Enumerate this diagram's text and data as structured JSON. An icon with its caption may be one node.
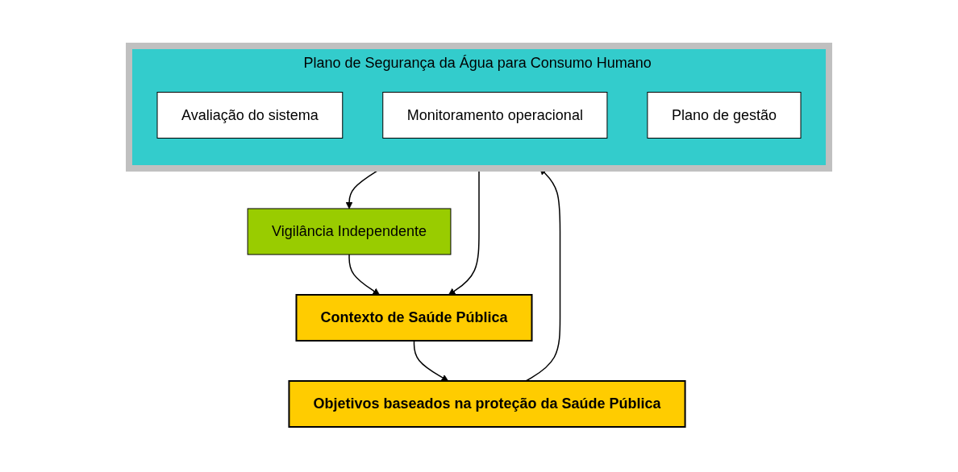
{
  "diagram": {
    "nodes": [
      {
        "text": [
          "Objetivos baseados na proteção da Saúde Pública"
        ]
      },
      {
        "text": [
          "Contexto de Saúde Pública"
        ]
      },
      {
        "text": [
          "Plano de Segurança da Água para Consumo Humano"
        ]
      },
      {
        "text": [
          "Avaliação do sistema"
        ],
        "in": 2
      },
      {
        "text": [
          "Monitoramento operacional"
        ],
        "in": 2
      },
      {
        "text": [
          "Plano de gestão"
        ],
        "in": 2
      },
      {
        "text": [
          "Vigilância Independente"
        ]
      }
    ],
    "edges": [
      {
        "from": 1,
        "to": 0,
        "arrow": "to"
      },
      {
        "from": 0,
        "to": 2,
        "arrow": "to"
      },
      {
        "from": 2,
        "to": 1,
        "arrow": "to"
      },
      {
        "from": 2,
        "to": 6,
        "arrow": "to"
      },
      {
        "from": 6,
        "to": 1,
        "arrow": "to"
      }
    ]
  }
}
